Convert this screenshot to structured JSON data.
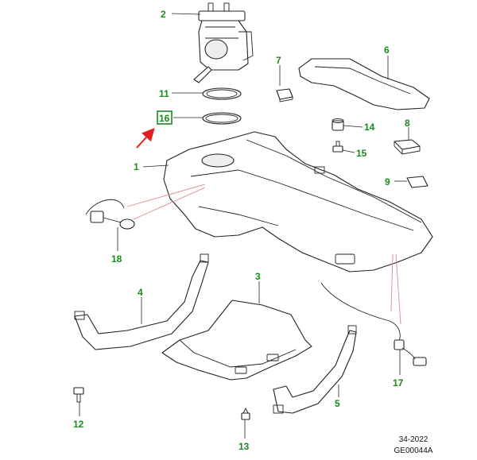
{
  "callouts": [
    {
      "id": "c1",
      "label": "1"
    },
    {
      "id": "c2",
      "label": "2"
    },
    {
      "id": "c3",
      "label": "3"
    },
    {
      "id": "c4",
      "label": "4"
    },
    {
      "id": "c5",
      "label": "5"
    },
    {
      "id": "c6",
      "label": "6"
    },
    {
      "id": "c7",
      "label": "7"
    },
    {
      "id": "c8",
      "label": "8"
    },
    {
      "id": "c9",
      "label": "9"
    },
    {
      "id": "c11",
      "label": "11"
    },
    {
      "id": "c12",
      "label": "12"
    },
    {
      "id": "c13",
      "label": "13"
    },
    {
      "id": "c14",
      "label": "14"
    },
    {
      "id": "c15",
      "label": "15"
    },
    {
      "id": "c16",
      "label": "16"
    },
    {
      "id": "c17",
      "label": "17"
    },
    {
      "id": "c18",
      "label": "18"
    }
  ],
  "footer": {
    "page_ref": "34-2022",
    "figure_code": "GE00044A"
  },
  "colors": {
    "callout": "#1a8a1a",
    "highlight_arrow": "#e02020",
    "pink_leader": "#e08a8a"
  }
}
